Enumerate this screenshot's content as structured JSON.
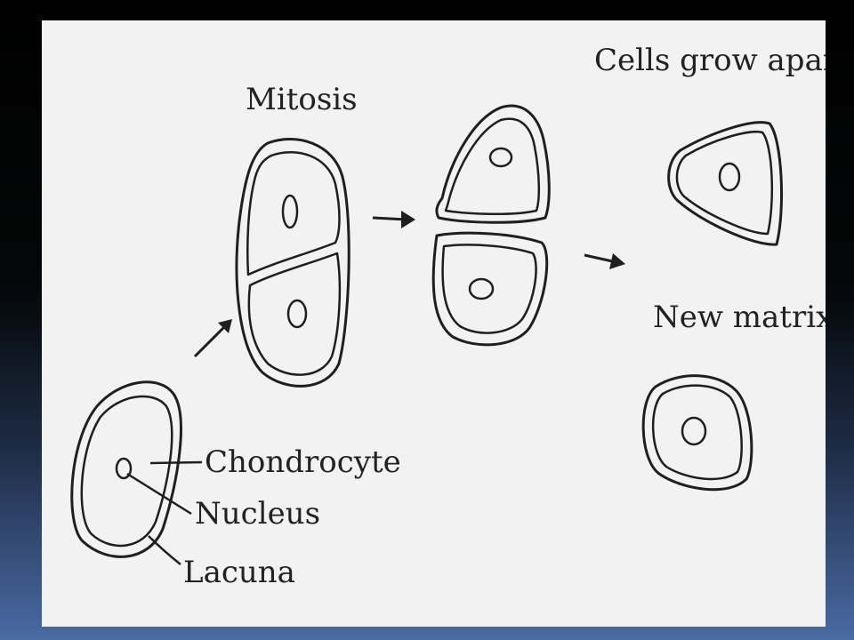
{
  "labels": {
    "mitosis": "Mitosis",
    "cells_grow_apart": "Cells grow apart",
    "new_matrix": "New matrix",
    "chondrocyte": "Chondrocyte",
    "nucleus": "Nucleus",
    "lacuna": "Lacuna"
  },
  "colors": {
    "frame_top": "#000000",
    "frame_bottom": "#4a6aa3",
    "canvas": "#f2f2f2",
    "ink": "#1f1f1f"
  }
}
